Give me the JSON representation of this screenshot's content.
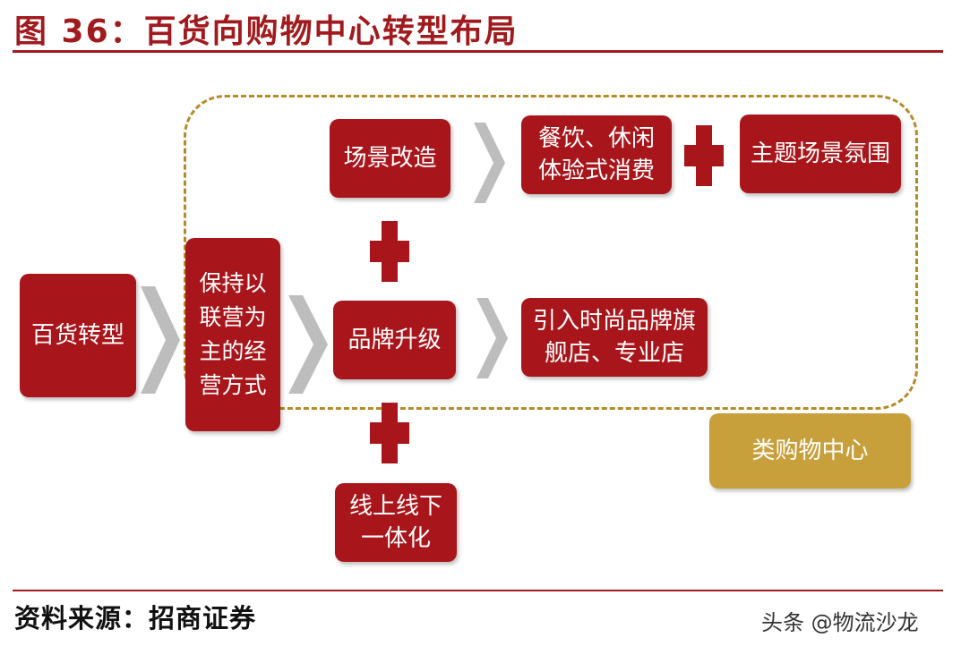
{
  "header": {
    "title": "图 36：百货向购物中心转型布局"
  },
  "diagram": {
    "nodes": {
      "start": "百货转型",
      "joint": "保持以\n联营为\n主的经\n营方式",
      "scene": "场景改造",
      "brand": "品牌升级",
      "online": "线上线下\n一体化",
      "dining": "餐饮、休闲\n体验式消费",
      "theme": "主题场景氛围",
      "flagship": "引入时尚品牌旗\n舰店、专业店",
      "mall": "类购物中心"
    },
    "colors": {
      "primary": "#a8161b",
      "gold": "#c7a03c",
      "arrow": "#bdbdbd",
      "dashed": "#b58b2a"
    }
  },
  "footer": {
    "source": "资料来源：招商证券",
    "watermark": "头条 @物流沙龙"
  }
}
